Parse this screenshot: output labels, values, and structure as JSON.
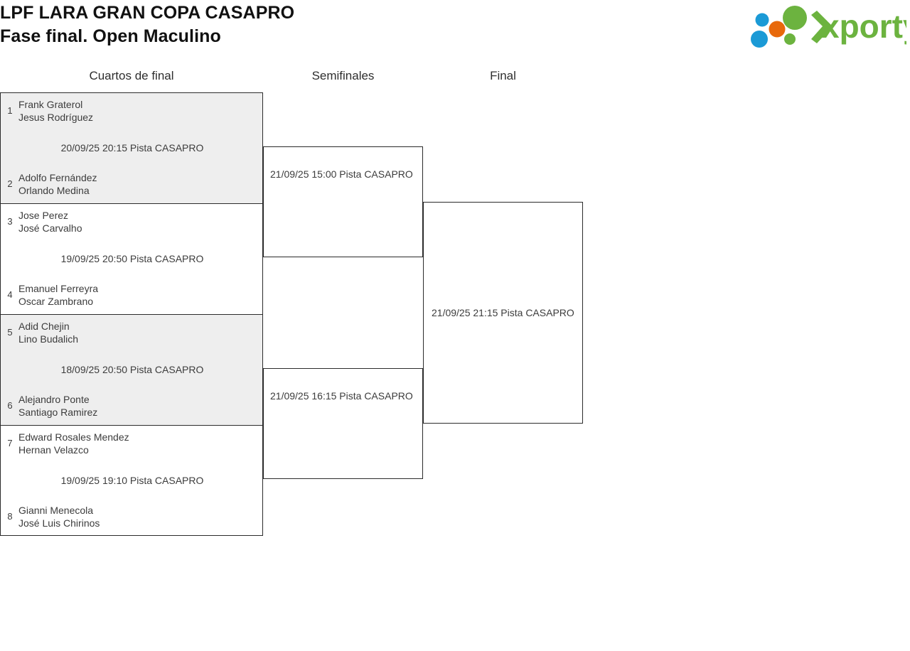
{
  "header": {
    "title_line1": "LPF LARA GRAN COPA CASAPRO",
    "title_line2": "Fase final. Open Maculino",
    "logo": {
      "wordmark": "xporty",
      "colors": {
        "green": "#6cb33f",
        "blue": "#1b9ad6",
        "orange": "#e8690b"
      }
    }
  },
  "rounds": [
    {
      "label": "Cuartos de final"
    },
    {
      "label": "Semifinales"
    },
    {
      "label": "Final"
    }
  ],
  "quarterfinals": [
    {
      "seed_top": "1",
      "team_top_p1": "Frank Graterol",
      "team_top_p2": "Jesus Rodríguez",
      "seed_bottom": "2",
      "team_bottom_p1": "Adolfo Fernández",
      "team_bottom_p2": "Orlando Medina",
      "meta": "20/09/25 20:15 Pista CASAPRO",
      "shaded": true
    },
    {
      "seed_top": "3",
      "team_top_p1": "Jose Perez",
      "team_top_p2": "José Carvalho",
      "seed_bottom": "4",
      "team_bottom_p1": "Emanuel Ferreyra",
      "team_bottom_p2": "Oscar Zambrano",
      "meta": "19/09/25 20:50 Pista CASAPRO",
      "shaded": false
    },
    {
      "seed_top": "5",
      "team_top_p1": "Adid Chejin",
      "team_top_p2": "Lino Budalich",
      "seed_bottom": "6",
      "team_bottom_p1": "Alejandro Ponte",
      "team_bottom_p2": "Santiago Ramirez",
      "meta": "18/09/25 20:50 Pista CASAPRO",
      "shaded": true
    },
    {
      "seed_top": "7",
      "team_top_p1": "Edward Rosales Mendez",
      "team_top_p2": "Hernan Velazco",
      "seed_bottom": "8",
      "team_bottom_p1": "Gianni Menecola",
      "team_bottom_p2": "José Luis Chirinos",
      "meta": "19/09/25 19:10 Pista CASAPRO",
      "shaded": false
    }
  ],
  "semifinals": [
    {
      "meta": "21/09/25 15:00 Pista CASAPRO"
    },
    {
      "meta": "21/09/25 16:15 Pista CASAPRO"
    }
  ],
  "final": {
    "meta": "21/09/25 21:15 Pista CASAPRO"
  }
}
